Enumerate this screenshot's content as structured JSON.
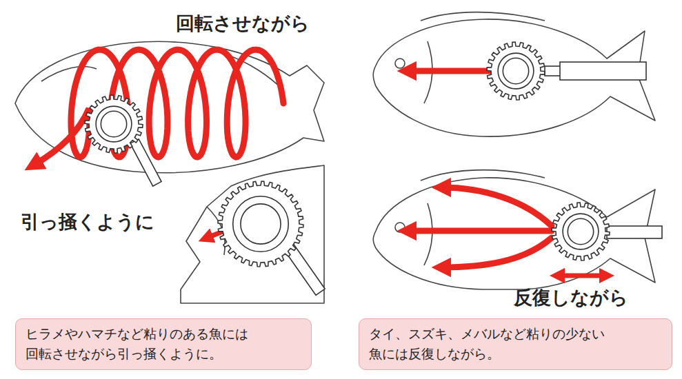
{
  "diagram": {
    "nodes": [
      {
        "text": [
          "ヒラメやハマチなど粘りのある魚には 回転させながら引っ掻くように。"
        ]
      },
      {
        "text": [
          "タイ、スズキ、メバルなど粘りの少ない 魚には反復しながら。"
        ]
      }
    ],
    "labels": [
      "回転させながら",
      "引っ掻くように",
      "反復しながら"
    ]
  }
}
